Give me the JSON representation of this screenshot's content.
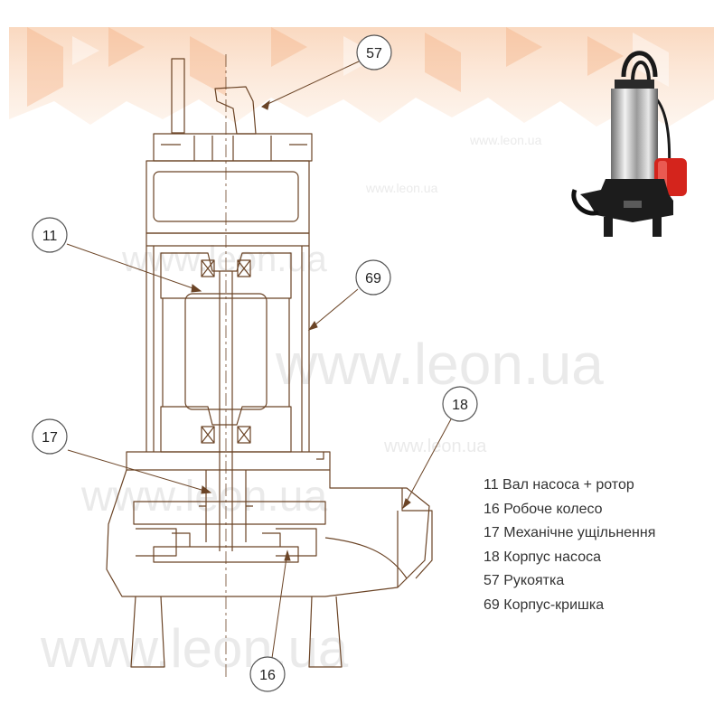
{
  "watermark": "www.leon.ua",
  "callouts": [
    {
      "number": "57"
    },
    {
      "number": "11"
    },
    {
      "number": "69"
    },
    {
      "number": "18"
    },
    {
      "number": "17"
    },
    {
      "number": "16"
    }
  ],
  "legend": [
    {
      "text": "11 Вал насоса + ротор"
    },
    {
      "text": "16 Робоче колесо"
    },
    {
      "text": "17 Механічне ущільнення"
    },
    {
      "text": "18 Корпус насоса"
    },
    {
      "text": "57 Рукоятка"
    },
    {
      "text": "69 Корпус-кришка"
    }
  ],
  "colors": {
    "line": "#6b4426",
    "banner": "#f7c9a4",
    "float": "#d4241c"
  }
}
